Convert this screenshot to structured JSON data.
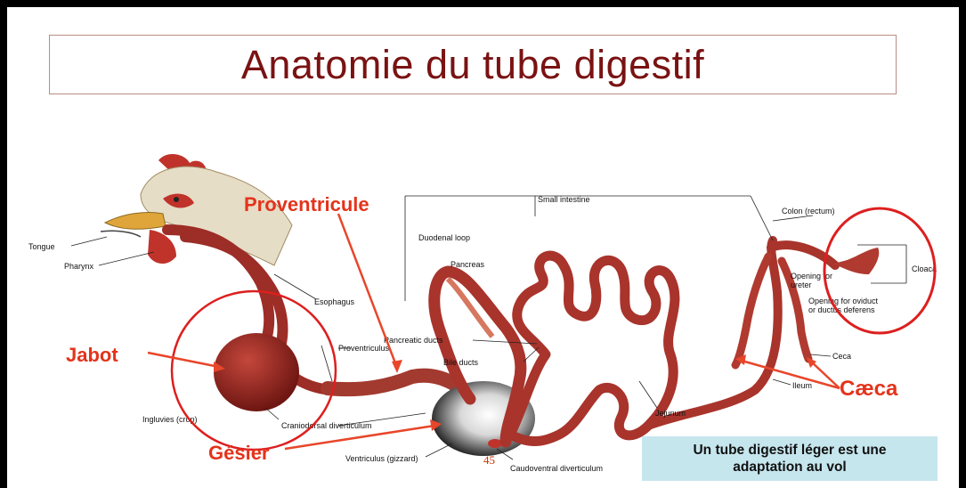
{
  "title": "Anatomie du tube digestif",
  "labels": {
    "tongue": "Tongue",
    "pharynx": "Pharynx",
    "esophagus": "Esophagus",
    "proventriculus": "Proventriculus",
    "ingluvies": "Ingluvies (crop)",
    "craniodorsal": "Craniodorsal diverticulum",
    "ventriculus": "Ventriculus (gizzard)",
    "caudoventral": "Caudoventral diverticulum",
    "page_number": "45",
    "pancreatic_ducts": "Pancreatic ducts",
    "bile_ducts": "Bile ducts",
    "duodenal_loop": "Duodenal loop",
    "pancreas": "Pancreas",
    "small_intestine": "Small intestine",
    "jejunum": "Jejunum",
    "ileum": "Ileum",
    "ceca": "Ceca",
    "colon": "Colon (rectum)",
    "opening_ureter_1": "Opening for",
    "opening_ureter_2": "ureter",
    "opening_oviduct_1": "Opening for oviduct",
    "opening_oviduct_2": "or ductus deferens",
    "cloaca": "Cloaca"
  },
  "callouts": {
    "proventricule": "Proventricule",
    "jabot": "Jabot",
    "gesier": "Gésier",
    "caeca": "Cæca"
  },
  "caption": {
    "line1": "Un tube digestif léger est une",
    "line2": "adaptation au vol"
  },
  "colors": {
    "title": "#7a1212",
    "callout": "#e3341c",
    "organ": "#a8342c",
    "caption_bg": "#c6e6ee"
  }
}
